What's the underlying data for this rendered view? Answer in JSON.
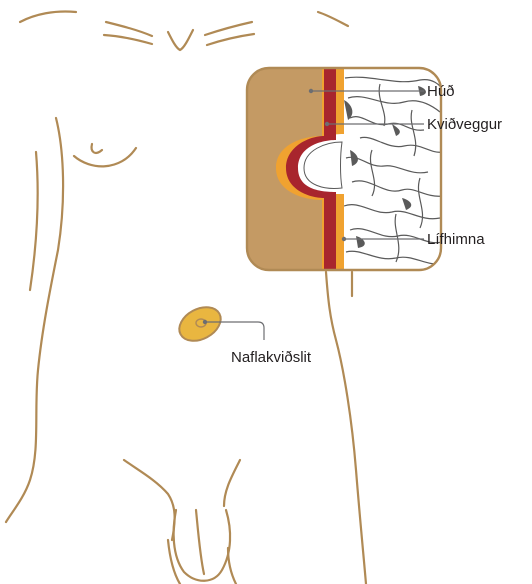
{
  "labels": {
    "skin": "Húð",
    "abdominal_wall": "Kviðveggur",
    "peritoneum": "Lífhimna",
    "hernia": "Naflakviðslit"
  },
  "colors": {
    "outline": "#b08a55",
    "skin_layer": "#c49a64",
    "muscle_layer": "#a8252d",
    "fat_layer": "#f0a230",
    "hernia_fill": "#e9b640",
    "intestine_shadow": "#5a5a5a",
    "leader": "#6d6e71"
  }
}
